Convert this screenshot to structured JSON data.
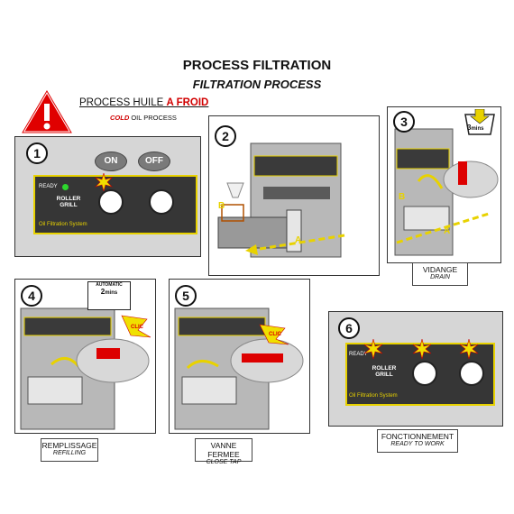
{
  "header": {
    "title": "PROCESS FILTRATION",
    "subtitle": "FILTRATION PROCESS"
  },
  "warning": {
    "title_prefix": "PROCESS HUILE ",
    "title_highlight": "A FROID",
    "sub_highlight": "COLD",
    "sub_rest": " OIL PROCESS",
    "icon": "warning-triangle-icon"
  },
  "steps": [
    {
      "number": "1",
      "buttons": {
        "on": "ON",
        "off": "OFF"
      },
      "ready_label": "READY",
      "brand": {
        "line1": "ROLLER",
        "line2": "GRILL"
      },
      "system_label": "Oil Filtration System"
    },
    {
      "number": "2",
      "letter_a": "A",
      "letter_b": "B"
    },
    {
      "number": "3",
      "letter_a": "A",
      "letter_b": "B",
      "timer": "3",
      "timer_unit": "mins",
      "caption": "VIDANGE",
      "caption_sub": "DRAIN"
    },
    {
      "number": "4",
      "auto_label": "AUTOMATIC",
      "timer": "2",
      "timer_unit": "mins",
      "clic": "CLIC",
      "caption": "REMPLISSAGE",
      "caption_sub": "REFILLING"
    },
    {
      "number": "5",
      "clic": "CLIC",
      "caption": "VANNE FERMEE",
      "caption_sub": "CLOSE TAP"
    },
    {
      "number": "6",
      "ready_label": "READY",
      "brand": {
        "line1": "ROLLER",
        "line2": "GRILL"
      },
      "system_label": "Oil Filtration System",
      "caption": "FONCTIONNEMENT",
      "caption_sub": "READY TO WORK"
    }
  ],
  "colors": {
    "accent_red": "#d10000",
    "panel_dark": "#363636",
    "highlight_yellow": "#e8d200"
  }
}
